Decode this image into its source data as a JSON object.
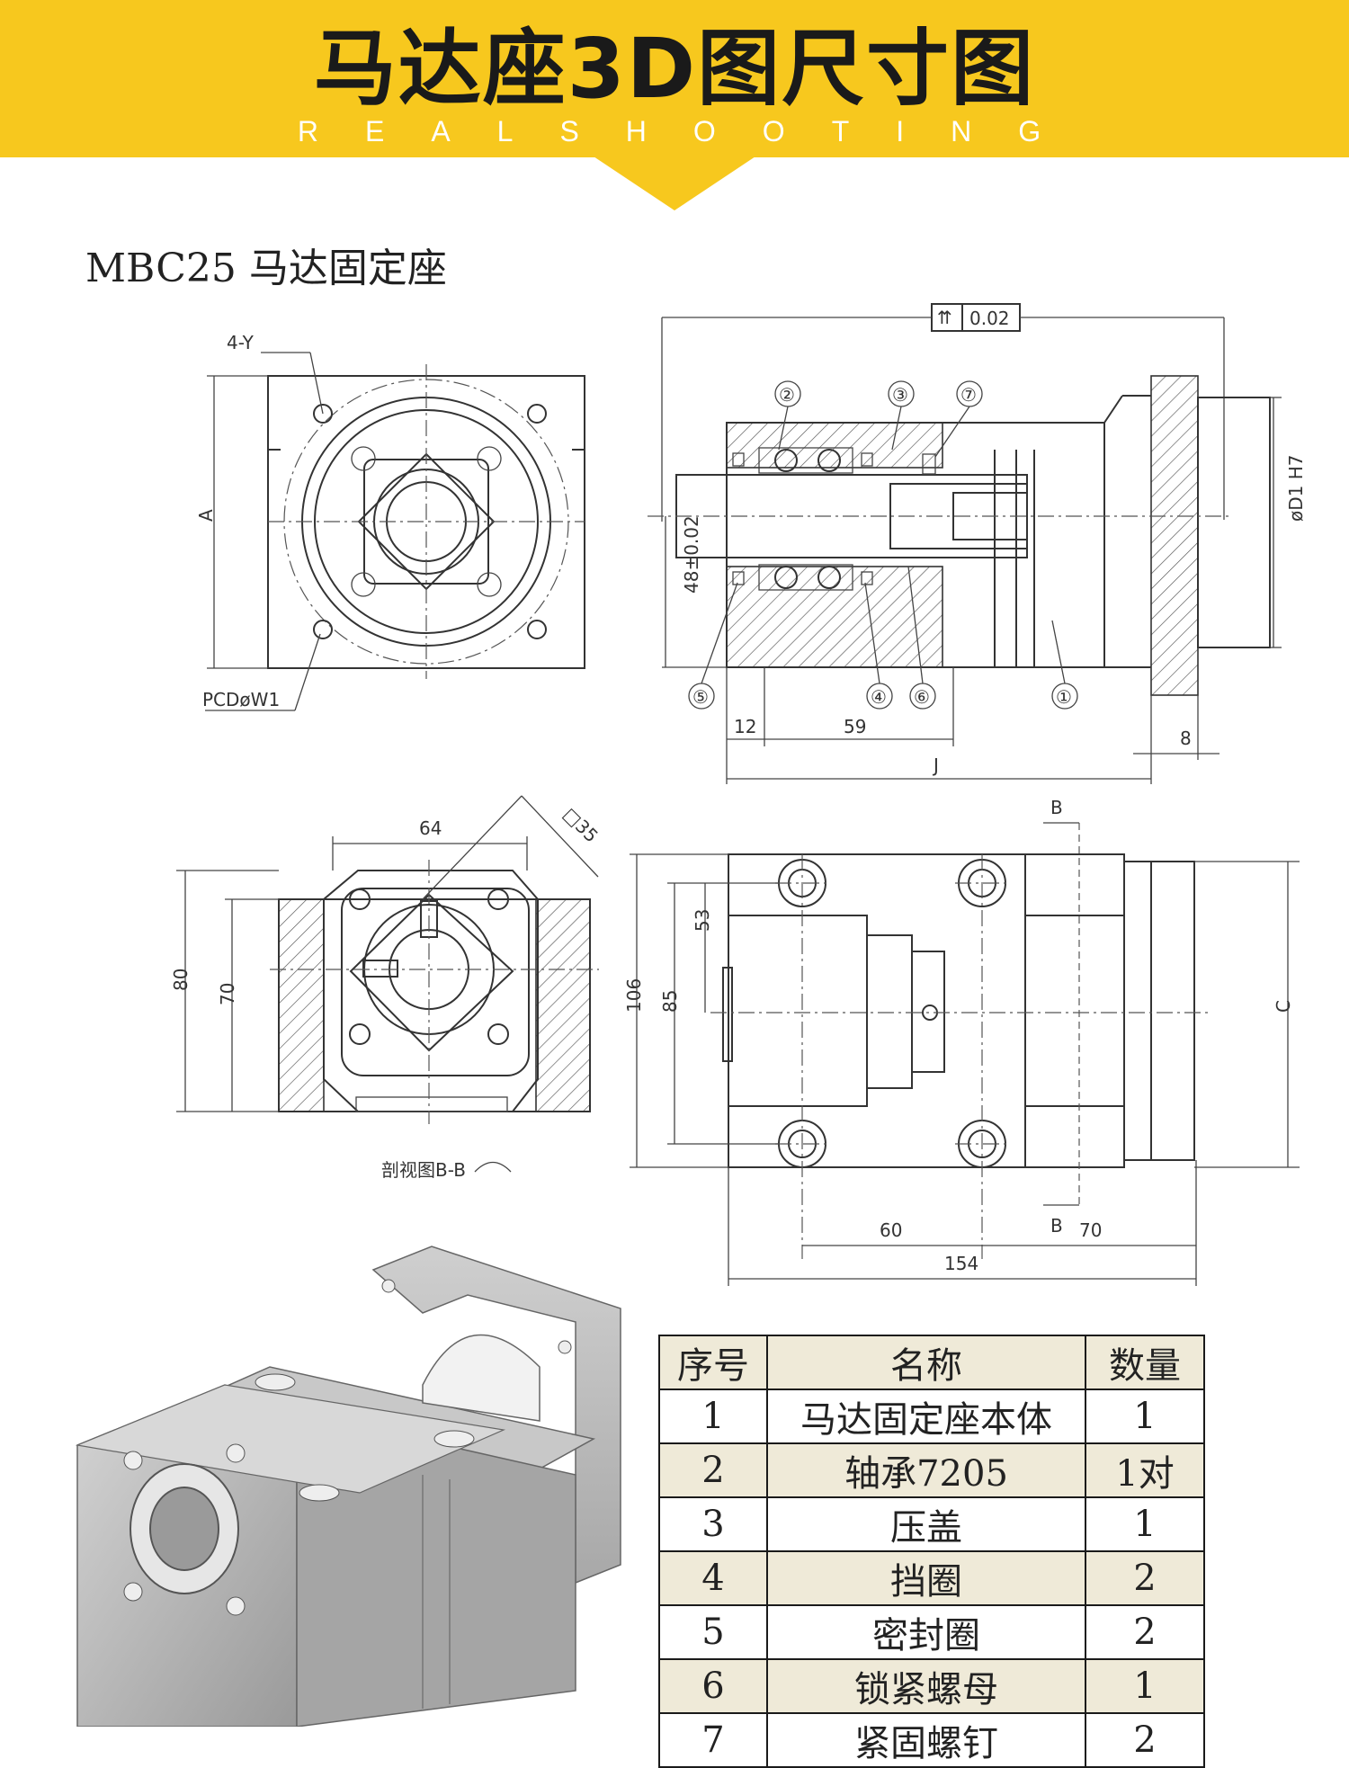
{
  "banner": {
    "title": "马达座3D图尺寸图",
    "subtitle": "REALSHOOTING"
  },
  "part_heading": "MBC25 马达固定座",
  "drawing_labels": {
    "front_view": {
      "hole_callout": "4-Y",
      "pcd_callout": "PCDøW1",
      "height_dim": "A"
    },
    "section_view": {
      "tolerance_value": "0.02",
      "balloons": [
        "②",
        "③",
        "⑦",
        "⑤",
        "④",
        "⑥",
        "①"
      ],
      "center_height": "48±0.02",
      "bore_dim": "øD1 H7",
      "dim_12": "12",
      "dim_59": "59",
      "dim_8": "8",
      "dim_J": "J"
    },
    "section_bb": {
      "dim_64": "64",
      "dim_sq35": "□35",
      "dim_80": "80",
      "dim_70": "70",
      "caption": "剖视图B-B"
    },
    "top_view": {
      "cut_mark_top": "B",
      "cut_mark_bottom": "B",
      "dim_53": "53",
      "dim_106": "106",
      "dim_85": "85",
      "dim_C": "C",
      "dim_60": "60",
      "dim_70": "70",
      "dim_154": "154"
    }
  },
  "bom": {
    "headers": [
      "序号",
      "名称",
      "数量"
    ],
    "rows": [
      {
        "no": "1",
        "name": "马达固定座本体",
        "qty": "1"
      },
      {
        "no": "2",
        "name": "轴承7205",
        "qty": "1对"
      },
      {
        "no": "3",
        "name": "压盖",
        "qty": "1"
      },
      {
        "no": "4",
        "name": "挡圈",
        "qty": "2"
      },
      {
        "no": "5",
        "name": "密封圈",
        "qty": "2"
      },
      {
        "no": "6",
        "name": "锁紧螺母",
        "qty": "1"
      },
      {
        "no": "7",
        "name": "紧固螺钉",
        "qty": "2"
      }
    ]
  },
  "colors": {
    "banner": "#f7c81e",
    "table_header": "#efead8",
    "render_gray": "#b8b8b8"
  }
}
